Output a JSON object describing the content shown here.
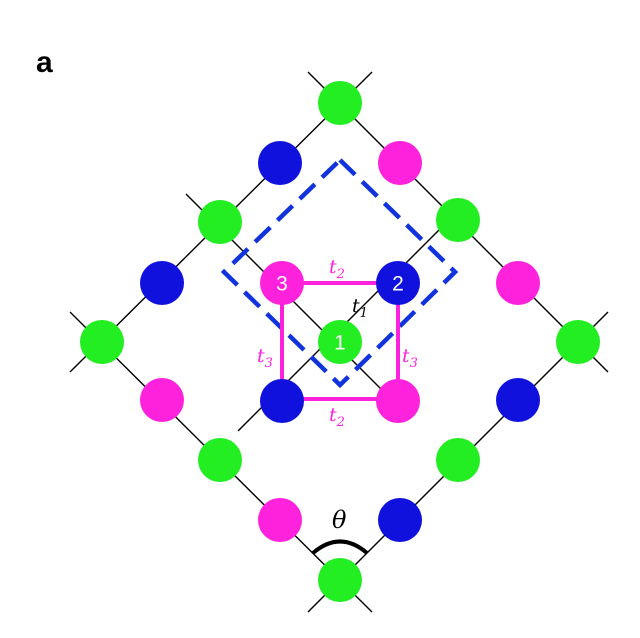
{
  "panel_label": "a",
  "colors": {
    "site_1": "#22ee22",
    "site_2": "#1111dd",
    "site_3": "#ff22dd",
    "unit_cell": "#1133dd",
    "plaquette": "#ff22dd",
    "bond": "#000000"
  },
  "sites": {
    "one": "1",
    "two": "2",
    "three": "3"
  },
  "hoppings": {
    "t1": {
      "base": "t",
      "sub": "1"
    },
    "t2_top": {
      "base": "t",
      "sub": "2"
    },
    "t2_bottom": {
      "base": "t",
      "sub": "2"
    },
    "t3_left": {
      "base": "t",
      "sub": "3"
    },
    "t3_right": {
      "base": "t",
      "sub": "3"
    }
  },
  "angle_label": "θ"
}
